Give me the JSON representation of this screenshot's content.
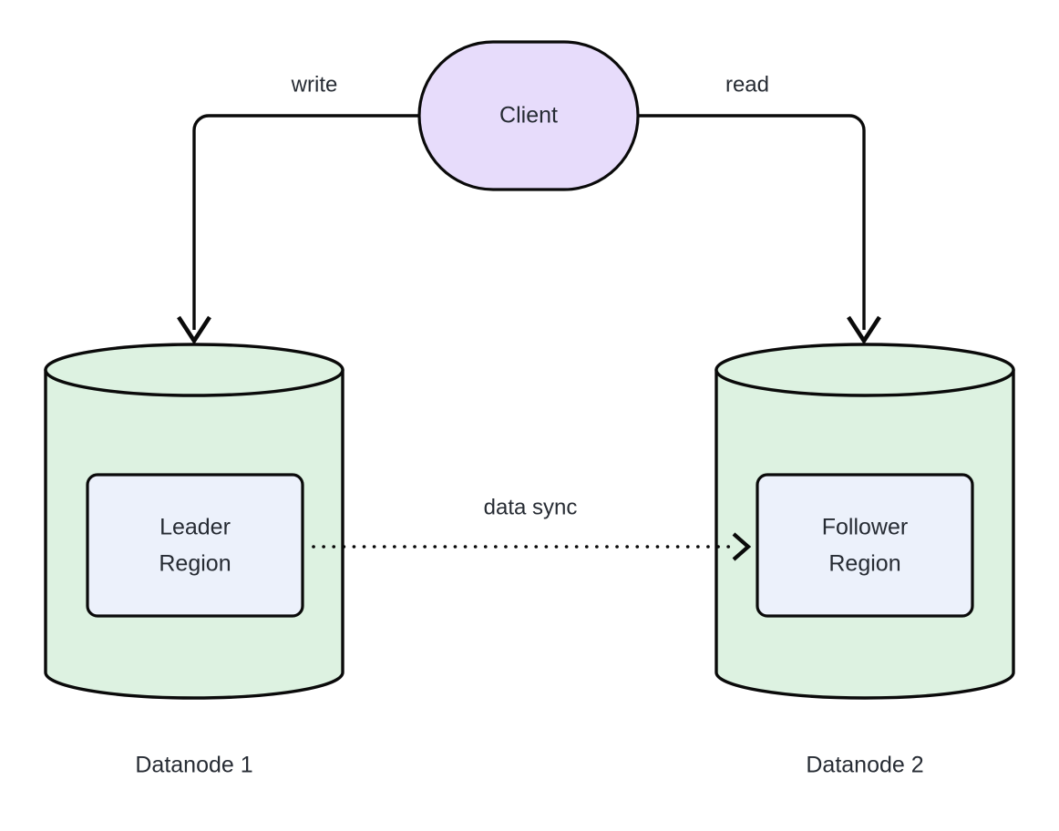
{
  "diagram": {
    "title_present": false,
    "background_color": "#ffffff",
    "nodes": [
      {
        "id": "client",
        "label": "Client",
        "shape": "stadium",
        "fill": "#e7dcfb",
        "stroke": "#0a0a0a"
      },
      {
        "id": "datanode1",
        "label": "Datanode 1",
        "shape": "cylinder",
        "fill": "#ddf2e1",
        "stroke": "#0a0a0a",
        "inner": {
          "id": "leader-region",
          "label_line1": "Leader",
          "label_line2": "Region",
          "shape": "rounded-rect",
          "fill": "#ecf1fb",
          "stroke": "#0a0a0a"
        }
      },
      {
        "id": "datanode2",
        "label": "Datanode 2",
        "shape": "cylinder",
        "fill": "#ddf2e1",
        "stroke": "#0a0a0a",
        "inner": {
          "id": "follower-region",
          "label_line1": "Follower",
          "label_line2": "Region",
          "shape": "rounded-rect",
          "fill": "#ecf1fb",
          "stroke": "#0a0a0a"
        }
      }
    ],
    "edges": [
      {
        "id": "write-edge",
        "label": "write",
        "from": "client",
        "to": "datanode1",
        "style": "solid",
        "arrow": "open"
      },
      {
        "id": "read-edge",
        "label": "read",
        "from": "client",
        "to": "datanode2",
        "style": "solid",
        "arrow": "open"
      },
      {
        "id": "data-sync-edge",
        "label": "data sync",
        "from": "leader-region",
        "to": "follower-region",
        "style": "dotted",
        "arrow": "open"
      }
    ],
    "text_color": "#262b33"
  }
}
